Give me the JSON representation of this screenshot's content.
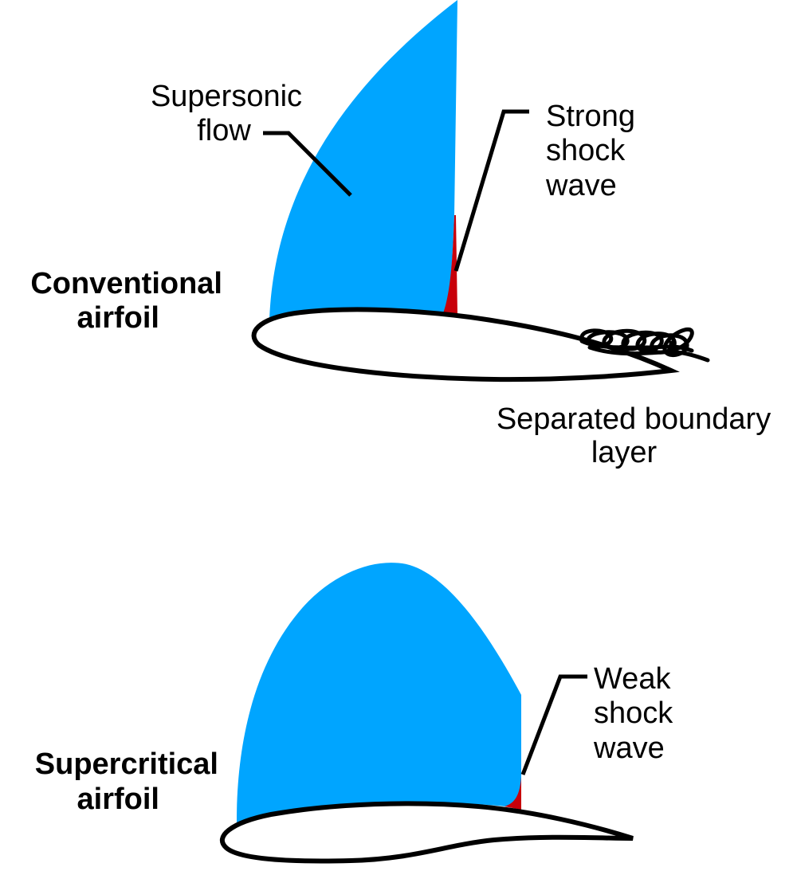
{
  "colors": {
    "supersonic": "#00A5FF",
    "shock": "#C8000A",
    "outline": "#000000",
    "background": "#FFFFFF"
  },
  "conventional": {
    "title_line1": "Conventional",
    "title_line2": "airfoil",
    "supersonic_line1": "Supersonic",
    "supersonic_line2": "flow",
    "shock_line1": "Strong",
    "shock_line2": "shock",
    "shock_line3": "wave",
    "separated_line1": "Separated boundary",
    "separated_line2": "layer"
  },
  "supercritical": {
    "title_line1": "Supercritical",
    "title_line2": "airfoil",
    "shock_line1": "Weak",
    "shock_line2": "shock",
    "shock_line3": "wave"
  }
}
